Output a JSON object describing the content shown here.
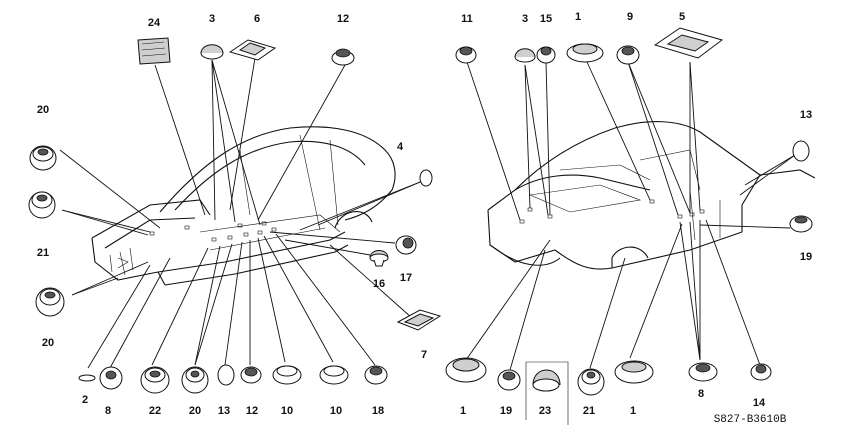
{
  "diagram": {
    "code": "S827-B3610B",
    "left_callouts": {
      "c24": "24",
      "c3": "3",
      "c6": "6",
      "c12_top": "12",
      "c20_a": "20",
      "c21": "21",
      "c20_b": "20",
      "c4": "4",
      "c17": "17",
      "c16": "16",
      "c7": "7",
      "c2": "2",
      "c8": "8",
      "c22": "22",
      "c20_c": "20",
      "c13": "13",
      "c12_bot": "12",
      "c10_a": "10",
      "c10_b": "10",
      "c18": "18"
    },
    "right_callouts": {
      "c11": "11",
      "c3": "3",
      "c15": "15",
      "c1_top": "1",
      "c9": "9",
      "c5": "5",
      "c13": "13",
      "c19_r": "19",
      "c1_a": "1",
      "c19": "19",
      "c23": "23",
      "c21": "21",
      "c1_b": "1",
      "c8": "8",
      "c14": "14"
    }
  }
}
